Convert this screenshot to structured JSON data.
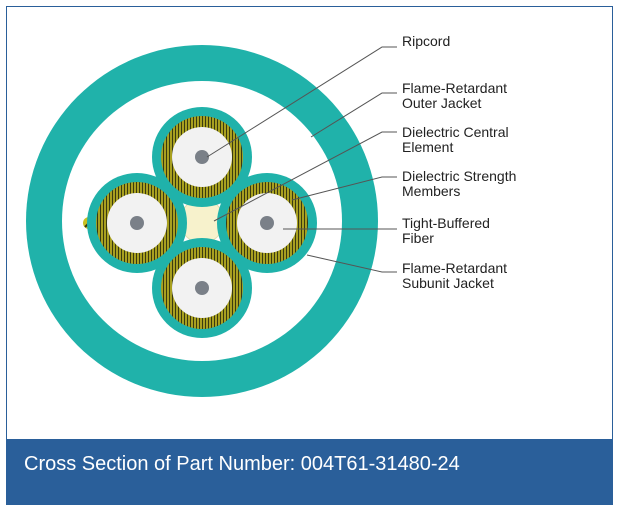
{
  "labels": {
    "ripcord": "Ripcord",
    "outer_jacket": "Flame-Retardant\nOuter Jacket",
    "central_element": "Dielectric Central\nElement",
    "strength_members": "Dielectric Strength\nMembers",
    "tight_buffered_fiber": "Tight-Buffered\nFiber",
    "subunit_jacket": "Flame-Retardant\nSubunit Jacket"
  },
  "caption": "Cross Section of Part Number: 004T61-31480-24",
  "colors": {
    "outer_jacket": "#20b2aa",
    "subunit_jacket": "#20b2aa",
    "strength_members": "#9a9a1e",
    "strength_members_dark": "#3a3a10",
    "fiber_buffer": "#f2f2f2",
    "fiber_core": "#7a8088",
    "central_element": "#f7f2cc",
    "caption_bar": "#2a5f9a",
    "frame_border": "#2a5f9a"
  }
}
